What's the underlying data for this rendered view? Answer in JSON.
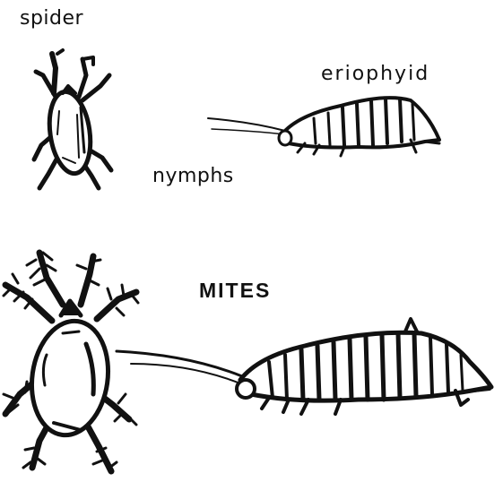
{
  "labels": {
    "spider": "spider",
    "eriophyid": "eriophyid",
    "nymphs": "nymphs",
    "title": "MITES"
  },
  "ink_color": "#111111",
  "figures": [
    {
      "name": "spider-mite-nymph",
      "depicts": "spider mite, small"
    },
    {
      "name": "eriophyid-mite-nymph",
      "depicts": "eriophyid mite, small"
    },
    {
      "name": "spider-mite-adult",
      "depicts": "spider mite, large"
    },
    {
      "name": "eriophyid-mite-adult",
      "depicts": "eriophyid mite, large"
    }
  ]
}
